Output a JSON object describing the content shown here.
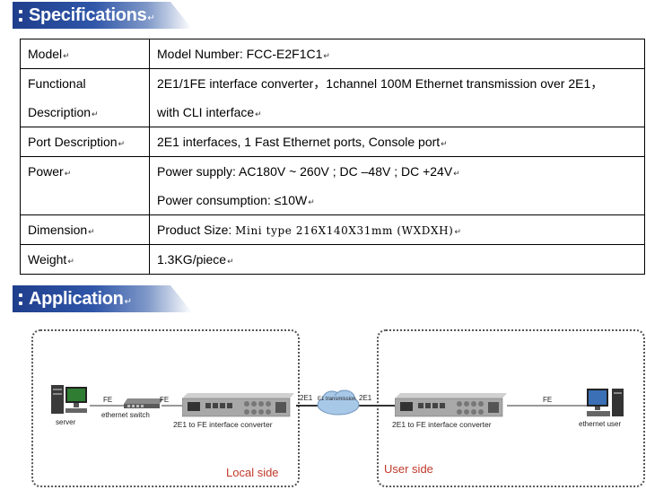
{
  "specifications": {
    "heading": "Specifications",
    "rows": [
      {
        "label": "Model",
        "lines": [
          "Model Number: FCC-E2F1C1"
        ]
      },
      {
        "label_lines": [
          "Functional",
          "Description"
        ],
        "lines": [
          "2E1/1FE interface converter，1channel 100M Ethernet transmission over 2E1，",
          "with CLI interface"
        ]
      },
      {
        "label": "Port Description",
        "lines": [
          "2E1 interfaces, 1 Fast Ethernet ports, Console port"
        ]
      },
      {
        "label": "Power",
        "lines": [
          "Power supply: AC180V ~ 260V ; DC  –48V ; DC +24V",
          "Power consumption:  ≤10W"
        ]
      },
      {
        "label": "Dimension",
        "lines": [
          "Product Size: ",
          "Mini type  216X140X31mm (WXDXH)"
        ]
      },
      {
        "label": "Weight",
        "lines": [
          "1.3KG/piece"
        ]
      }
    ]
  },
  "application": {
    "heading": "Application",
    "server_label": "server",
    "switch_label": "ethernet switch",
    "fe1": "FE",
    "fe2": "FE",
    "fe3": "FE",
    "converter_label": "2E1 to FE interface converter",
    "e1_left": "2E1",
    "e1_right": "2E1",
    "cloud_label": "E1 transmission",
    "user_label": "ethernet user",
    "local_side": "Local side",
    "user_side": "User side"
  },
  "colors": {
    "banner": "#1f3e8c",
    "side_label": "#c0392b"
  }
}
